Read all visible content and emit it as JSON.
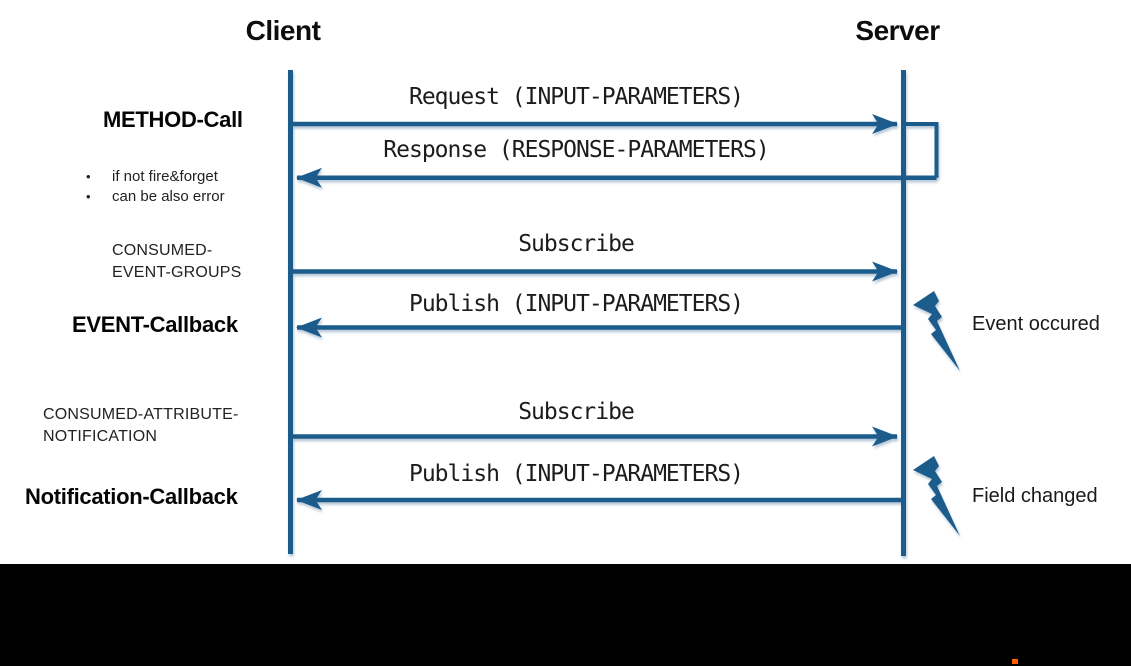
{
  "lifelines": {
    "client": "Client",
    "server": "Server"
  },
  "left_labels": {
    "method_call": "METHOD-Call",
    "bullet_1": "if not fire&forget",
    "bullet_2": "can be also error",
    "bullet_glyph": "•",
    "consumed_event_groups_1": "CONSUMED-",
    "consumed_event_groups_2": "EVENT-GROUPS",
    "event_callback": "EVENT-Callback",
    "consumed_attribute_1": "CONSUMED-ATTRIBUTE-",
    "consumed_attribute_2": "NOTIFICATION",
    "notification_callback": "Notification-Callback"
  },
  "messages": {
    "request": "Request (INPUT-PARAMETERS)",
    "response": "Response (RESPONSE-PARAMETERS)",
    "subscribe_1": "Subscribe",
    "publish_1": "Publish (INPUT-PARAMETERS)",
    "subscribe_2": "Subscribe",
    "publish_2": "Publish (INPUT-PARAMETERS)"
  },
  "server_events": {
    "event_occured": "Event occured",
    "field_changed": "Field changed"
  },
  "colors": {
    "line_blue": "#1d5b8c",
    "text_black": "#111111",
    "footer_black": "#000000",
    "accent_orange": "#ff5f00"
  }
}
